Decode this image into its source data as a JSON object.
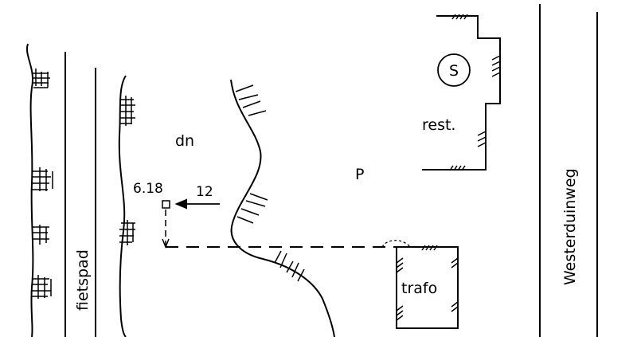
{
  "map": {
    "labels": {
      "dune": "dn",
      "elevation": "6.18",
      "distance": "12",
      "parking": "P",
      "restaurant_symbol": "S",
      "restaurant": "rest.",
      "transformer": "trafo",
      "bike_path": "fietspad",
      "road": "Westerduinweg"
    },
    "colors": {
      "ink": "#000000",
      "paper": "#ffffff"
    }
  }
}
